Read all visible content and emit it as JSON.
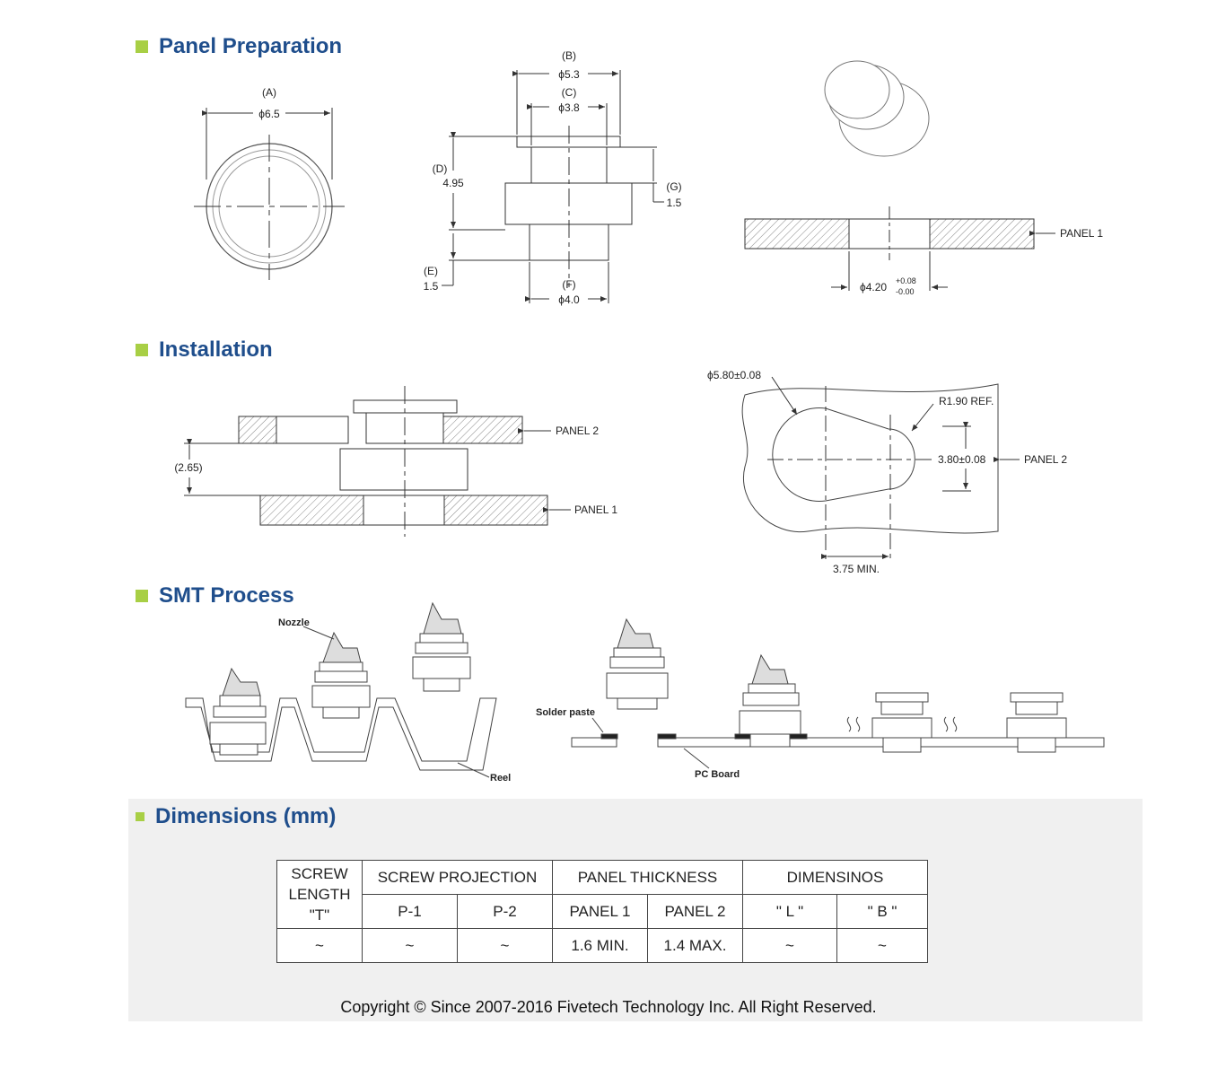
{
  "sections": {
    "panel_preparation": "Panel Preparation",
    "installation": "Installation",
    "smt_process": "SMT Process",
    "dimensions": "Dimensions (mm)"
  },
  "panel_prep": {
    "a_label": "(A)",
    "a_value": "ϕ6.5",
    "b_label": "(B)",
    "b_value": "ϕ5.3",
    "c_label": "(C)",
    "c_value": "ϕ3.8",
    "d_label": "(D)",
    "d_value": "4.95",
    "e_label": "(E)",
    "e_value": "1.5",
    "f_label": "(F)",
    "f_value": "ϕ4.0",
    "g_label": "(G)",
    "g_value": "1.5",
    "hole_value": "ϕ4.20",
    "hole_tol_plus": "+0.08",
    "hole_tol_minus": "-0.00",
    "panel1": "PANEL 1"
  },
  "installation": {
    "gap": "(2.65)",
    "panel2": "PANEL 2",
    "panel1": "PANEL 1",
    "dia": "ϕ5.80±0.08",
    "radius": "R1.90 REF.",
    "slot": "3.80±0.08",
    "panel2_right": "PANEL 2",
    "min": "3.75 MIN."
  },
  "smt": {
    "nozzle": "Nozzle",
    "reel": "Reel",
    "solder_paste": "Solder paste",
    "pc_board": "PC Board"
  },
  "table": {
    "screw_length": [
      "SCREW",
      "LENGTH",
      "\"T\""
    ],
    "screw_projection": "SCREW PROJECTION",
    "panel_thickness": "PANEL THICKNESS",
    "dimensinos": "DIMENSINOS",
    "p1": "P-1",
    "p2": "P-2",
    "panel1": "PANEL 1",
    "panel2": "PANEL 2",
    "l": "\" L \"",
    "b": "\" B \"",
    "row": [
      "~",
      "~",
      "~",
      "1.6 MIN.",
      "1.4 MAX.",
      "~",
      "~"
    ]
  },
  "copyright": "Copyright © Since 2007-2016 Fivetech Technology Inc. All Right Reserved."
}
